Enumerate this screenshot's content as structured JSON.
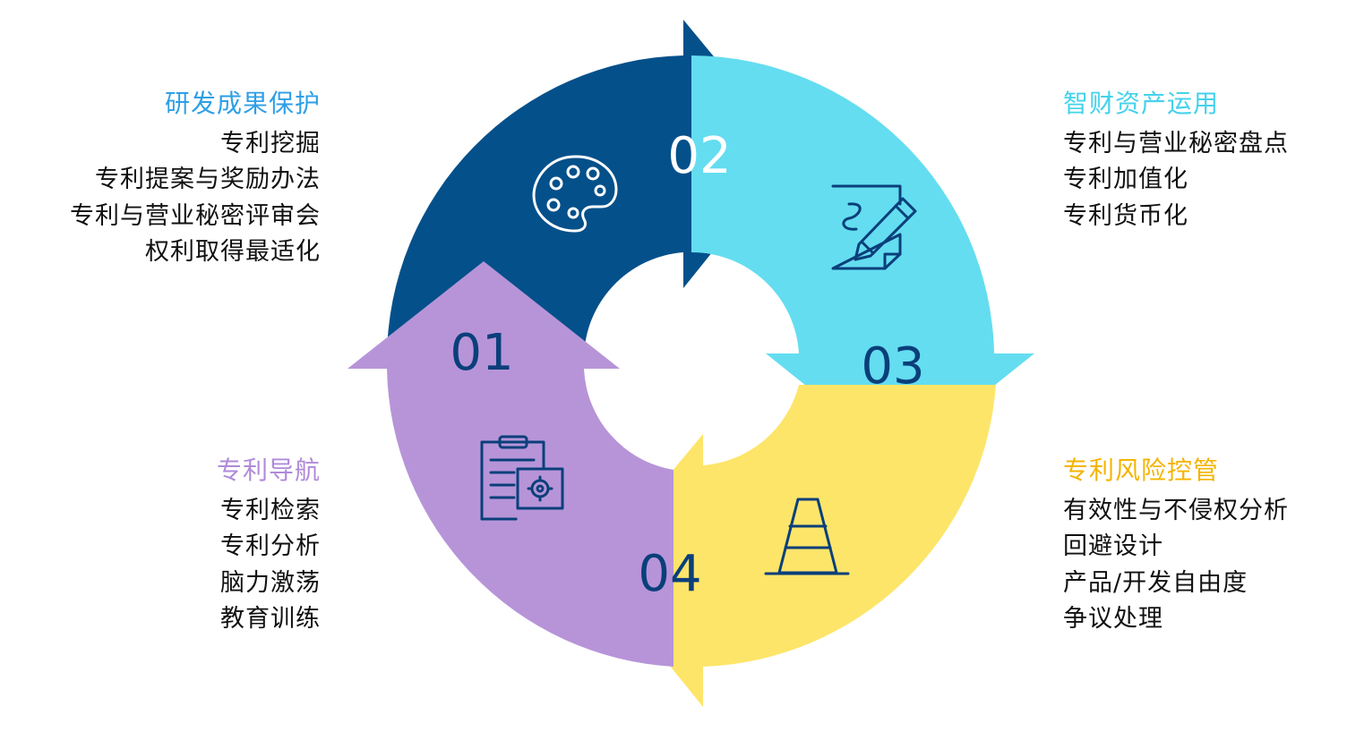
{
  "colors": {
    "segment_01": "#B794D8",
    "segment_02": "#04508A",
    "segment_03": "#64DDF0",
    "segment_04": "#FDE56A",
    "dark_text": "#0A3F7A",
    "heading_rd": "#2E9FE6",
    "heading_assets": "#45D2EB",
    "heading_nav": "#AF8AD8",
    "heading_risk": "#F4B400"
  },
  "segments": [
    {
      "number": "01",
      "icon": "document-gear-icon"
    },
    {
      "number": "02",
      "icon": "palette-icon"
    },
    {
      "number": "03",
      "icon": "pen-paper-icon"
    },
    {
      "number": "04",
      "icon": "traffic-cone-icon"
    }
  ],
  "blocks": {
    "rd_protection": {
      "heading": "研发成果保护",
      "items": [
        "专利挖掘",
        "专利提案与奖励办法",
        "专利与营业秘密评审会",
        "权利取得最适化"
      ]
    },
    "ip_asset_use": {
      "heading": "智财资产运用",
      "items": [
        "专利与营业秘密盘点",
        "专利加值化",
        "专利货币化"
      ]
    },
    "patent_navigation": {
      "heading": "专利导航",
      "items": [
        "专利检索",
        "专利分析",
        "脑力激荡",
        "教育训练"
      ]
    },
    "risk_control": {
      "heading": "专利风险控管",
      "items": [
        "有效性与不侵权分析",
        "回避设计",
        "产品/开发自由度",
        "争议处理"
      ]
    }
  }
}
